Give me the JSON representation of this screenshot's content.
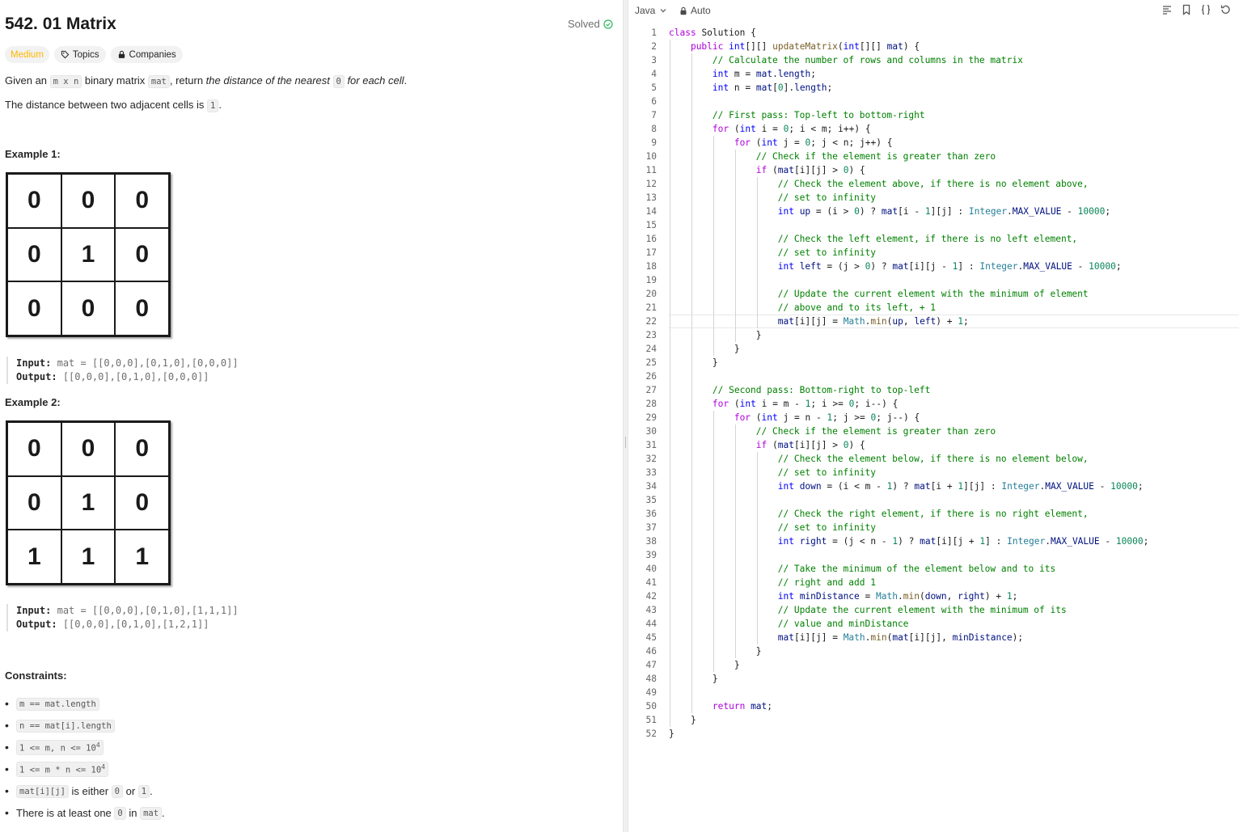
{
  "problem": {
    "title": "542. 01 Matrix",
    "status": "Solved",
    "difficulty": "Medium",
    "tags": [
      "Topics",
      "Companies"
    ],
    "statement": {
      "p1_a": "Given an ",
      "p1_code1": "m x n",
      "p1_b": " binary matrix ",
      "p1_code2": "mat",
      "p1_c": ", return ",
      "p1_i1": "the distance of the nearest ",
      "p1_code3": "0",
      "p1_i2": " for each cell",
      "p1_d": ".",
      "p2_a": "The distance between two adjacent cells is ",
      "p2_code": "1",
      "p2_b": "."
    },
    "examples": [
      {
        "label": "Example 1:",
        "grid": [
          [
            "0",
            "0",
            "0"
          ],
          [
            "0",
            "1",
            "0"
          ],
          [
            "0",
            "0",
            "0"
          ]
        ],
        "input_label": "Input:",
        "input": "mat = [[0,0,0],[0,1,0],[0,0,0]]",
        "output_label": "Output:",
        "output": "[[0,0,0],[0,1,0],[0,0,0]]"
      },
      {
        "label": "Example 2:",
        "grid": [
          [
            "0",
            "0",
            "0"
          ],
          [
            "0",
            "1",
            "0"
          ],
          [
            "1",
            "1",
            "1"
          ]
        ],
        "input_label": "Input:",
        "input": "mat = [[0,0,0],[0,1,0],[1,1,1]]",
        "output_label": "Output:",
        "output": "[[0,0,0],[0,1,0],[1,2,1]]"
      }
    ],
    "constraints_label": "Constraints:",
    "constraints": [
      {
        "code": "m == mat.length"
      },
      {
        "code": "n == mat[i].length"
      },
      {
        "code": "1 <= m, n <= 10",
        "sup": "4"
      },
      {
        "code": "1 <= m * n <= 10",
        "sup": "4"
      },
      {
        "code": "mat[i][j]",
        "text_a": " is either ",
        "code2": "0",
        "text_b": " or ",
        "code3": "1",
        "text_c": "."
      },
      {
        "text_a": "There is at least one ",
        "code2": "0",
        "text_b": " in ",
        "code3": "mat",
        "text_c": "."
      }
    ]
  },
  "editor": {
    "language": "Java",
    "mode": "Auto",
    "toolbar_icons": [
      "format-icon",
      "bookmark-icon",
      "braces-icon",
      "reset-icon"
    ],
    "current_line": 22,
    "lines": [
      "class Solution {",
      "    public int[][] updateMatrix(int[][] mat) {",
      "        // Calculate the number of rows and columns in the matrix",
      "        int m = mat.length;",
      "        int n = mat[0].length;",
      "",
      "        // First pass: Top-left to bottom-right",
      "        for (int i = 0; i < m; i++) {",
      "            for (int j = 0; j < n; j++) {",
      "                // Check if the element is greater than zero",
      "                if (mat[i][j] > 0) {",
      "                    // Check the element above, if there is no element above,",
      "                    // set to infinity",
      "                    int up = (i > 0) ? mat[i - 1][j] : Integer.MAX_VALUE - 10000;",
      "",
      "                    // Check the left element, if there is no left element,",
      "                    // set to infinity",
      "                    int left = (j > 0) ? mat[i][j - 1] : Integer.MAX_VALUE - 10000;",
      "",
      "                    // Update the current element with the minimum of element",
      "                    // above and to its left, + 1",
      "                    mat[i][j] = Math.min(up, left) + 1;",
      "                }",
      "            }",
      "        }",
      "",
      "        // Second pass: Bottom-right to top-left",
      "        for (int i = m - 1; i >= 0; i--) {",
      "            for (int j = n - 1; j >= 0; j--) {",
      "                // Check if the element is greater than zero",
      "                if (mat[i][j] > 0) {",
      "                    // Check the element below, if there is no element below,",
      "                    // set to infinity",
      "                    int down = (i < m - 1) ? mat[i + 1][j] : Integer.MAX_VALUE - 10000;",
      "",
      "                    // Check the right element, if there is no right element,",
      "                    // set to infinity",
      "                    int right = (j < n - 1) ? mat[i][j + 1] : Integer.MAX_VALUE - 10000;",
      "",
      "                    // Take the minimum of the element below and to its",
      "                    // right and add 1",
      "                    int minDistance = Math.min(down, right) + 1;",
      "                    // Update the current element with the minimum of its",
      "                    // value and minDistance",
      "                    mat[i][j] = Math.min(mat[i][j], minDistance);",
      "                }",
      "            }",
      "        }",
      "",
      "        return mat;",
      "    }",
      "}"
    ]
  }
}
